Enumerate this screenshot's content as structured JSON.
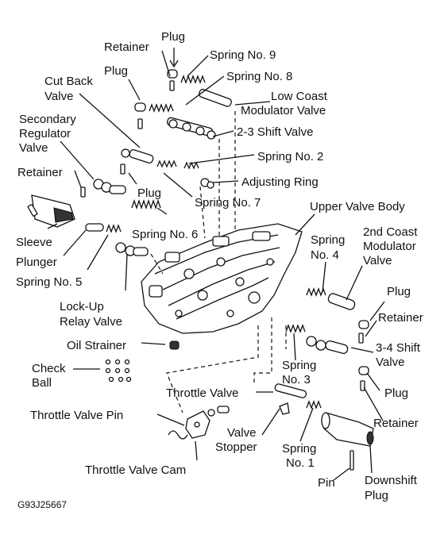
{
  "figure_code": "G93J25667",
  "labels": {
    "retainer_top": "Retainer",
    "plug_top": "Plug",
    "spring_9": "Spring No. 9",
    "plug_left": "Plug",
    "spring_8": "Spring No. 8",
    "cut_back_1": "Cut Back",
    "cut_back_2": "Valve",
    "low_coast_1": "Low Coast",
    "low_coast_2": "Modulator Valve",
    "secondary_1": "Secondary",
    "secondary_2": "Regulator",
    "secondary_3": "Valve",
    "shift_23": "2-3 Shift Valve",
    "spring_2": "Spring No. 2",
    "retainer_left": "Retainer",
    "adjusting_ring": "Adjusting Ring",
    "plug_mid": "Plug",
    "spring_7": "Spring No. 7",
    "upper_body": "Upper Valve Body",
    "spring_6": "Spring No. 6",
    "sleeve": "Sleeve",
    "spring_4_1": "Spring",
    "spring_4_2": "No. 4",
    "coast2_1": "2nd Coast",
    "coast2_2": "Modulator",
    "coast2_3": "Valve",
    "plunger": "Plunger",
    "spring_5": "Spring No. 5",
    "plug_right": "Plug",
    "retainer_right": "Retainer",
    "lockup_1": "Lock-Up",
    "lockup_2": "Relay Valve",
    "shift_34_1": "3-4 Shift",
    "shift_34_2": "Valve",
    "oil_strainer": "Oil Strainer",
    "check_1": "Check",
    "check_2": "Ball",
    "spring_3_1": "Spring",
    "spring_3_2": "No. 3",
    "plug_bottom": "Plug",
    "throttle_valve": "Throttle Valve",
    "throttle_pin": "Throttle Valve Pin",
    "retainer_bottom": "Retainer",
    "valve_stopper_1": "Valve",
    "valve_stopper_2": "Stopper",
    "spring_1_1": "Spring",
    "spring_1_2": "No. 1",
    "throttle_cam": "Throttle Valve Cam",
    "pin": "Pin",
    "downshift_1": "Downshift",
    "downshift_2": "Plug"
  }
}
